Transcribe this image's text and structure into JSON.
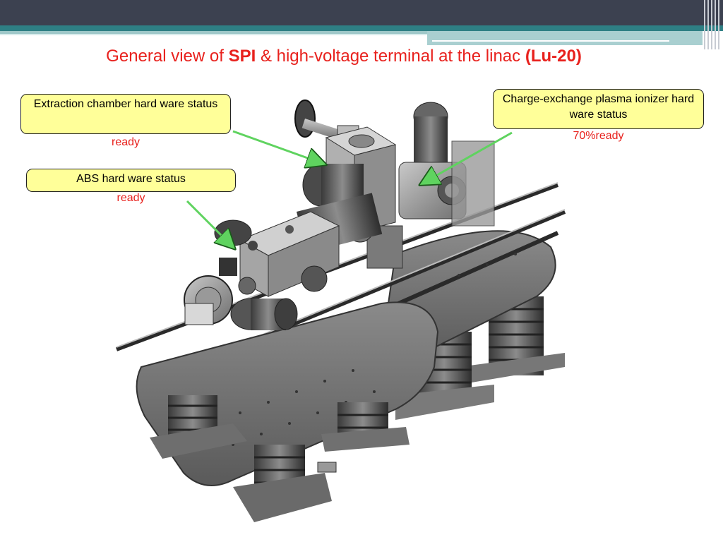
{
  "slide": {
    "title_part1": "General view of ",
    "title_part2": "SPI",
    "title_part3": " & high-voltage terminal at the linac ",
    "title_part4": "(Lu-20)"
  },
  "callouts": {
    "extraction": {
      "label": "Extraction chamber hard ware status",
      "status": "ready"
    },
    "abs": {
      "label": "ABS hard ware status",
      "status": "ready"
    },
    "ionizer": {
      "label": "Charge-exchange plasma ionizer hard ware status",
      "status": "70%ready"
    }
  },
  "colors": {
    "title": "#e8211d",
    "callout_fill": "#ffff99",
    "arrow": "#5fd35f",
    "header_bar": "#3c4150",
    "accent_teal": "#2e7f84"
  }
}
